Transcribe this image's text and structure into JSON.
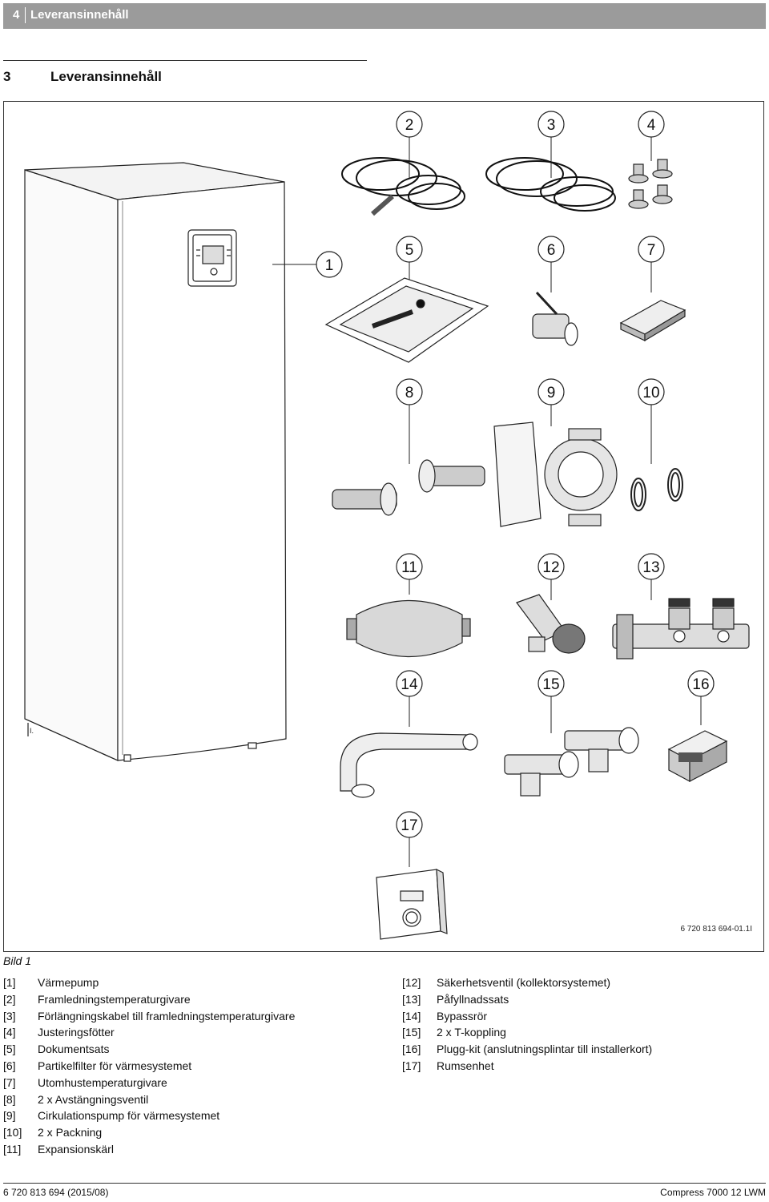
{
  "header": {
    "page_number": "4",
    "title": "Leveransinnehåll"
  },
  "section": {
    "number": "3",
    "title": "Leveransinnehåll"
  },
  "figure": {
    "code": "6 720 813 694-01.1I",
    "callouts": [
      "1",
      "2",
      "3",
      "4",
      "5",
      "6",
      "7",
      "8",
      "9",
      "10",
      "11",
      "12",
      "13",
      "14",
      "15",
      "16",
      "17"
    ]
  },
  "caption": "Bild 1",
  "legend_left": [
    {
      "key": "[1]",
      "text": "Värmepump"
    },
    {
      "key": "[2]",
      "text": "Framledningstemperaturgivare"
    },
    {
      "key": "[3]",
      "text": "Förlängningskabel till framledningstemperaturgivare"
    },
    {
      "key": "[4]",
      "text": "Justeringsfötter"
    },
    {
      "key": "[5]",
      "text": "Dokumentsats"
    },
    {
      "key": "[6]",
      "text": "Partikelfilter för värmesystemet"
    },
    {
      "key": "[7]",
      "text": "Utomhustemperaturgivare"
    },
    {
      "key": "[8]",
      "text": "2 x Avstängningsventil"
    },
    {
      "key": "[9]",
      "text": "Cirkulationspump för värmesystemet"
    },
    {
      "key": "[10]",
      "text": "2 x Packning"
    },
    {
      "key": "[11]",
      "text": "Expansionskärl"
    }
  ],
  "legend_right": [
    {
      "key": "[12]",
      "text": "Säkerhetsventil (kollektorsystemet)"
    },
    {
      "key": "[13]",
      "text": "Påfyllnadssats"
    },
    {
      "key": "[14]",
      "text": "Bypassrör"
    },
    {
      "key": "[15]",
      "text": "2 x T-koppling"
    },
    {
      "key": "[16]",
      "text": "Plugg-kit (anslutningsplintar till installerkort)"
    },
    {
      "key": "[17]",
      "text": "Rumsenhet"
    }
  ],
  "footer": {
    "left": "6 720 813 694 (2015/08)",
    "right": "Compress 7000 12 LWM"
  }
}
